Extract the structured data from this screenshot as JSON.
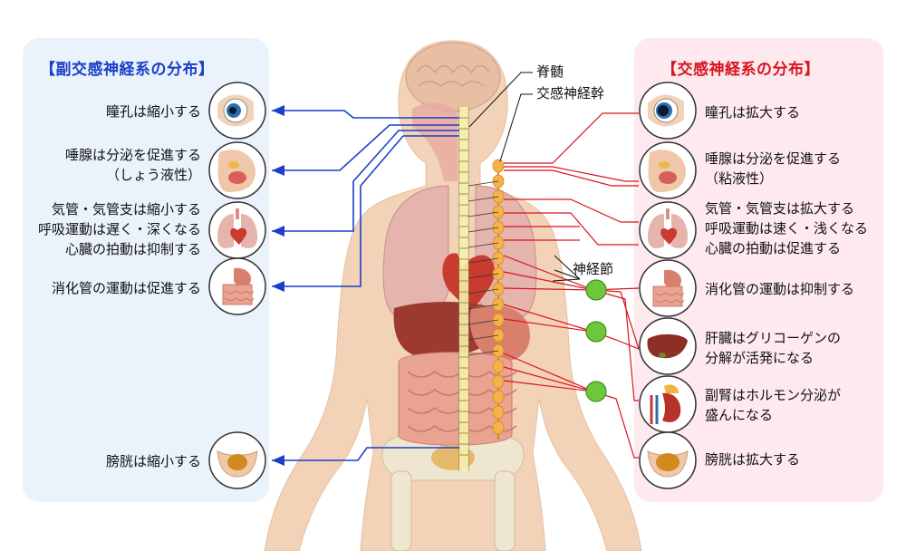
{
  "colors": {
    "parasympathetic": "#1a3fc8",
    "sympathetic": "#d8151f",
    "left_panel_bg": "#eaf2fb",
    "right_panel_bg": "#fde9ee",
    "ganglion": "#6cc83a",
    "sympathetic_trunk": "#f5b24a",
    "skin": "#f3d3b8"
  },
  "parasympathetic": {
    "title": "【副交感神経系の分布】",
    "effects": [
      {
        "icon": "eye-icon",
        "lines": [
          "瞳孔は縮小する"
        ]
      },
      {
        "icon": "salivary-gland-icon",
        "lines": [
          "唾腺は分泌を促進する",
          "（しょう液性）"
        ]
      },
      {
        "icon": "lungs-heart-icon",
        "lines": [
          "気管・気管支は縮小する",
          "呼吸運動は遅く・深くなる",
          "心臓の拍動は抑制する"
        ]
      },
      {
        "icon": "digestive-tract-icon",
        "lines": [
          "消化管の運動は促進する"
        ]
      },
      {
        "icon": "bladder-icon",
        "lines": [
          "膀胱は縮小する"
        ]
      }
    ]
  },
  "sympathetic": {
    "title": "【交感神経系の分布】",
    "effects": [
      {
        "icon": "eye-icon",
        "lines": [
          "瞳孔は拡大する"
        ]
      },
      {
        "icon": "salivary-gland-icon",
        "lines": [
          "唾腺は分泌を促進する",
          "（粘液性）"
        ]
      },
      {
        "icon": "lungs-heart-icon",
        "lines": [
          "気管・気管支は拡大する",
          "呼吸運動は速く・浅くなる",
          "心臓の拍動は促進する"
        ]
      },
      {
        "icon": "digestive-tract-icon",
        "lines": [
          "消化管の運動は抑制する"
        ]
      },
      {
        "icon": "liver-icon",
        "lines": [
          "肝臓はグリコーゲンの",
          "分解が活発になる"
        ]
      },
      {
        "icon": "adrenal-kidney-icon",
        "lines": [
          "副腎はホルモン分泌が",
          "盛んになる"
        ]
      },
      {
        "icon": "bladder-icon",
        "lines": [
          "膀胱は拡大する"
        ]
      }
    ]
  },
  "annotations": {
    "spinal_cord": "脊髄",
    "sympathetic_trunk": "交感神経幹",
    "ganglion": "神経節"
  }
}
